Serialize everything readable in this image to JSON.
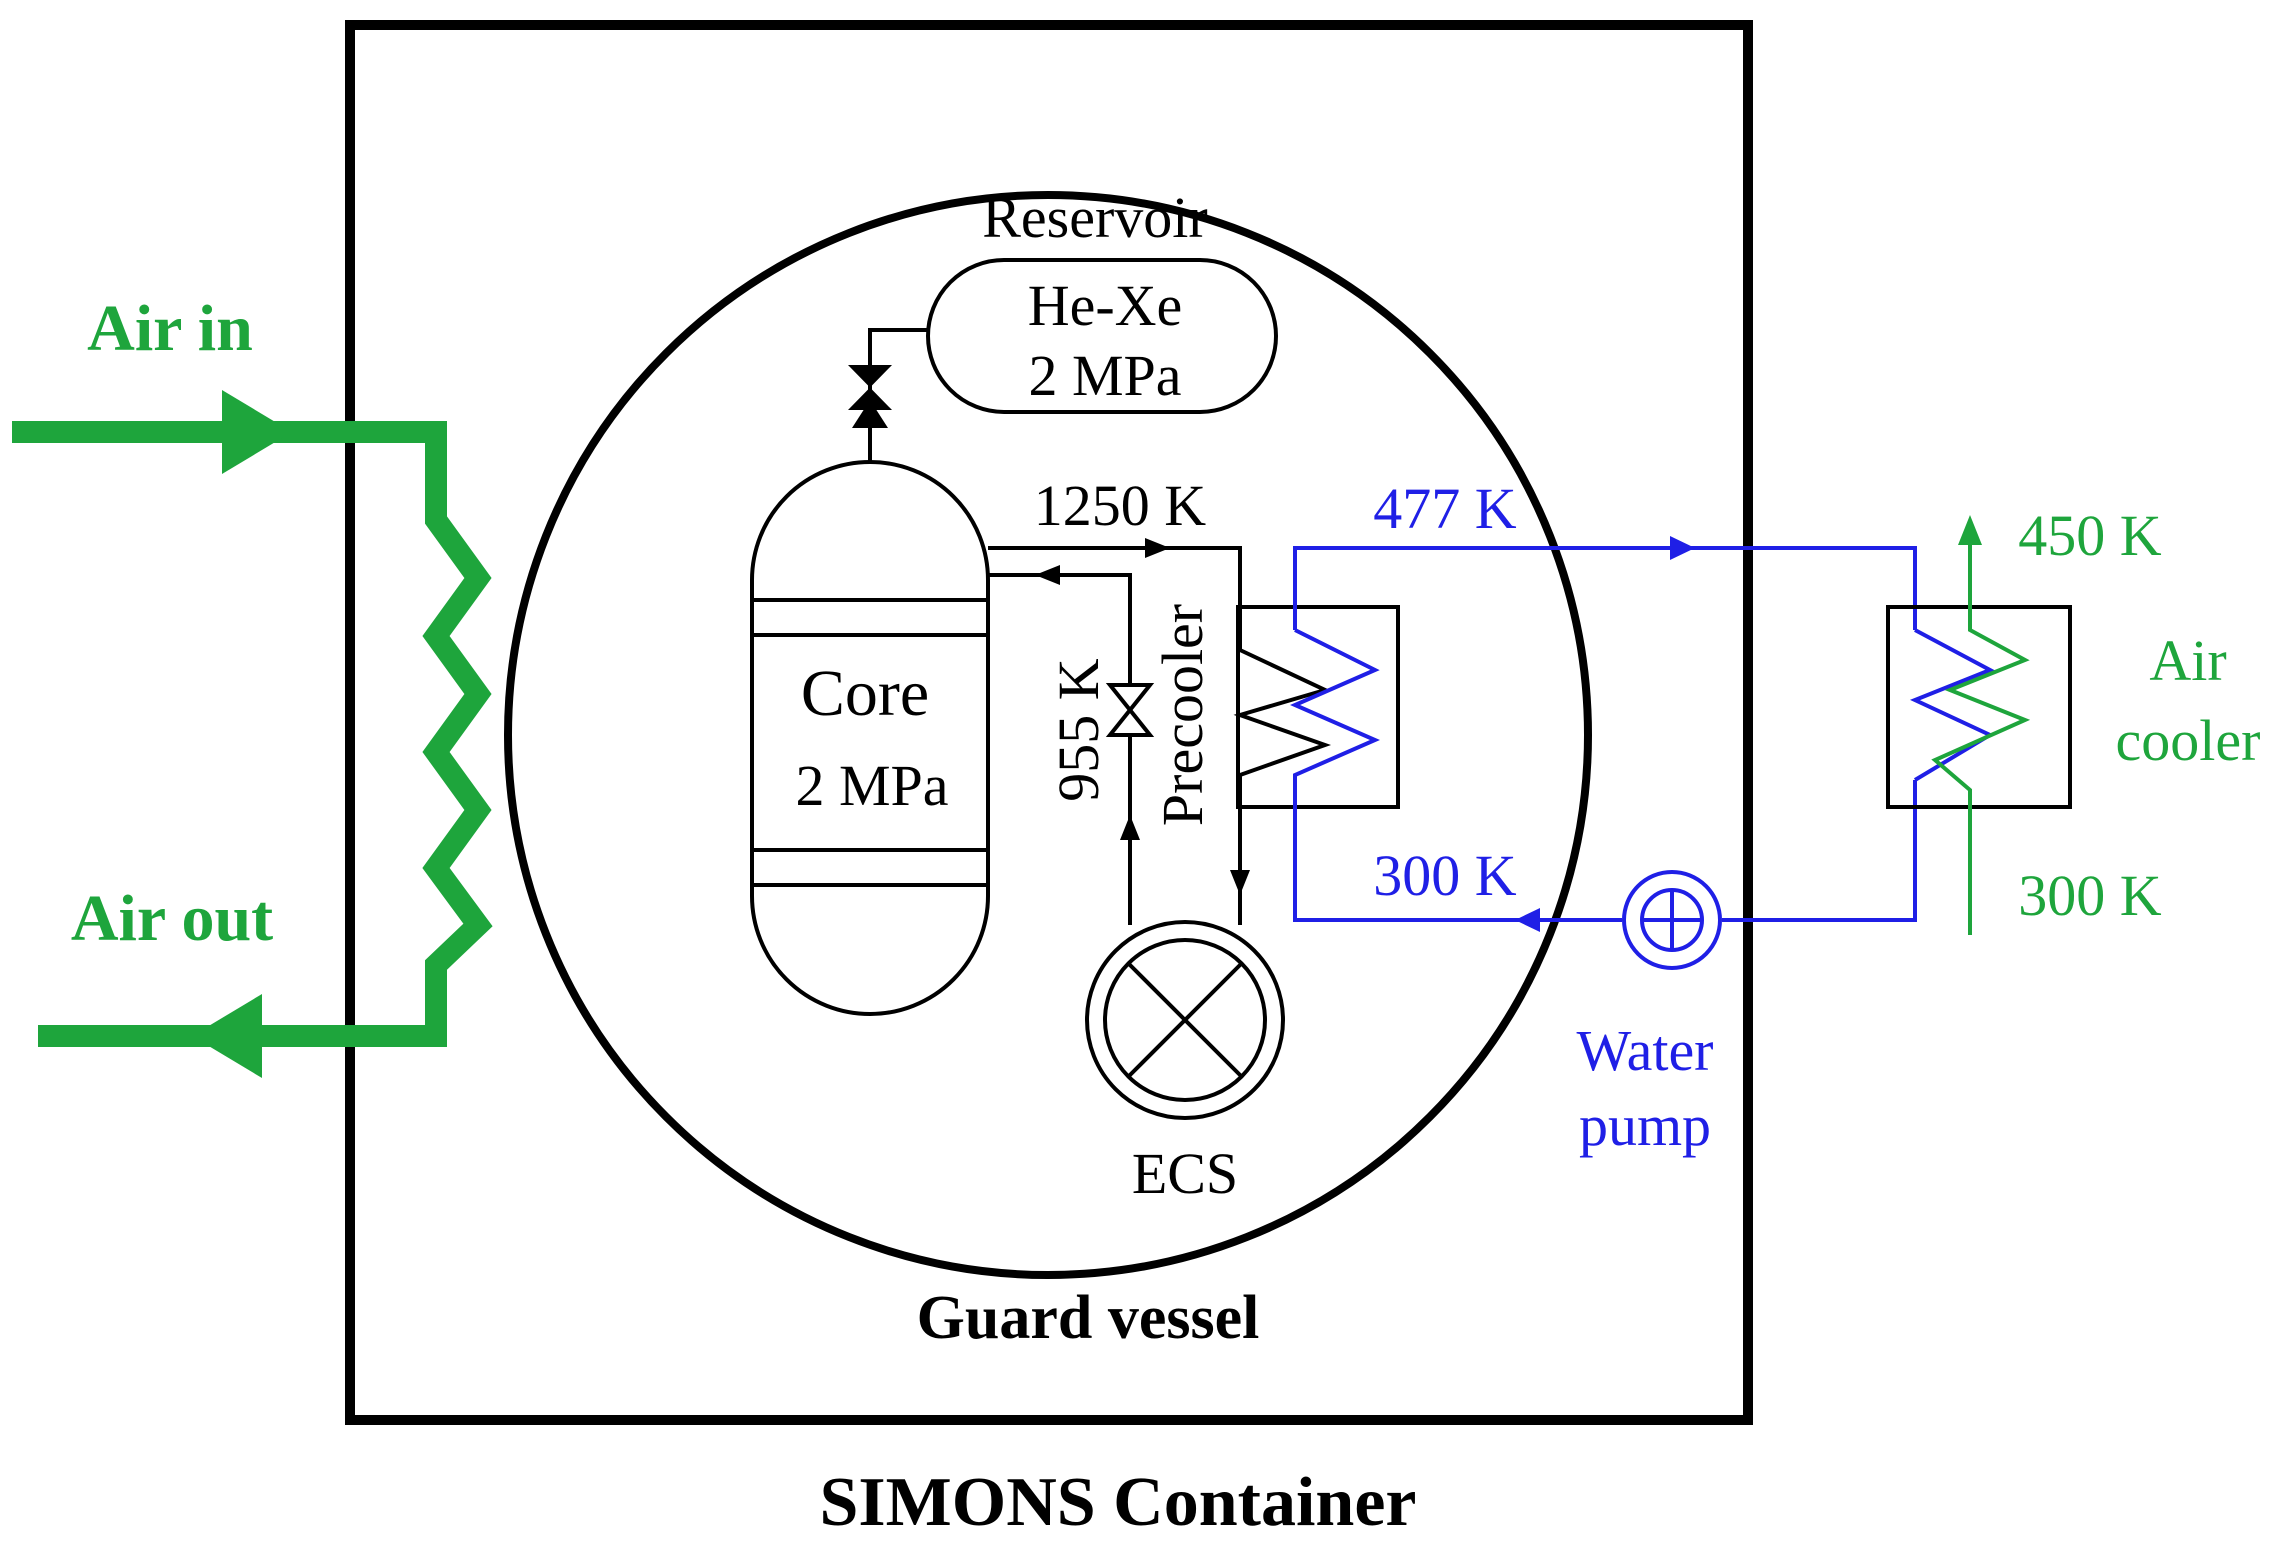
{
  "colors": {
    "black": "#000000",
    "air": "#1ea53c",
    "water": "#1f1fe6",
    "air_cooler": "#1ea53c"
  },
  "labels": {
    "container": "SIMONS Container",
    "guard_vessel": "Guard vessel",
    "reservoir": "Reservoir",
    "reservoir_gas": "He-Xe",
    "reservoir_pressure": "2 MPa",
    "core": "Core",
    "core_pressure": "2 MPa",
    "precooler": "Precooler",
    "ecs": "ECS",
    "hot_temp": "1250 K",
    "return_temp": "955 K",
    "water_hot": "477 K",
    "water_cold": "300 K",
    "water_pump_line1": "Water",
    "water_pump_line2": "pump",
    "air_cooler_line1": "Air",
    "air_cooler_line2": "cooler",
    "air_cooler_out": "450 K",
    "air_cooler_in": "300 K",
    "air_in": "Air in",
    "air_out": "Air out"
  }
}
